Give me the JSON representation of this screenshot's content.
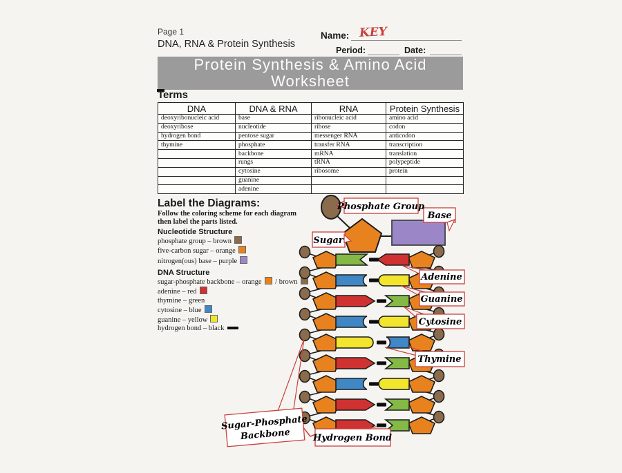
{
  "palette": {
    "brown": "#8a6b4b",
    "orange": "#e8821e",
    "purple": "#9b87c8",
    "red": "#cf3230",
    "green": "#83b944",
    "blue": "#3f87c5",
    "yellow": "#f3e52e",
    "black": "#0d0d0d",
    "label_red": "#c8403c",
    "banner_gray": "#9b9b9b",
    "page_bg": "#f5f4f1"
  },
  "header": {
    "page": "Page 1",
    "course": "DNA, RNA & Protein Synthesis",
    "name_label": "Name:",
    "name_value": "KEY",
    "period_label": "Period:",
    "date_label": "Date:"
  },
  "banner": {
    "line1": "Protein Synthesis & Amino Acid",
    "line2": "Worksheet"
  },
  "terms": {
    "heading": "Terms",
    "columns": [
      "DNA",
      "DNA & RNA",
      "RNA",
      "Protein Synthesis"
    ],
    "rows": [
      [
        "deoxyribonucleic acid",
        "base",
        "ribonucleic acid",
        "amino acid"
      ],
      [
        "deoxyribose",
        "nucleotide",
        "ribose",
        "codon"
      ],
      [
        "hydrogen bond",
        "pentose sugar",
        "messenger RNA",
        "anticodon"
      ],
      [
        "thymine",
        "phosphate",
        "transfer RNA",
        "transcription"
      ],
      [
        "",
        "backbone",
        "mRNA",
        "translation"
      ],
      [
        "",
        "rungs",
        "tRNA",
        "polypeptide"
      ],
      [
        "",
        "cytosine",
        "ribosome",
        "protein"
      ],
      [
        "",
        "guanine",
        "",
        ""
      ],
      [
        "",
        "adenine",
        "",
        ""
      ]
    ]
  },
  "label_section": {
    "heading": "Label the Diagrams:",
    "instructions": [
      "Follow the coloring scheme for each diagram",
      "then label the parts listed."
    ],
    "nucleotide": {
      "heading": "Nucleotide Structure",
      "items": [
        {
          "text": "phosphate group – brown",
          "swatch": "#8a6b4b"
        },
        {
          "text": "five-carbon sugar – orange",
          "swatch": "#e8821e"
        },
        {
          "text": "nitrogen(ous) base – purple",
          "swatch": "#9b87c8"
        }
      ]
    },
    "dna": {
      "heading": "DNA Structure",
      "items": [
        {
          "text": "sugar-phosphate backbone – orange",
          "swatch": "#e8821e",
          "text2": " / brown",
          "swatch2": "#8a6b4b"
        },
        {
          "text": "adenine – red",
          "swatch": "#cf3230"
        },
        {
          "text": "thymine – green"
        },
        {
          "text": "cytosine – blue",
          "swatch": "#3f87c5"
        },
        {
          "text": "guanine – yellow",
          "swatch": "#f3e52e"
        },
        {
          "text": "hydrogen bond – black",
          "swatch": "#0d0d0d",
          "dash": true
        }
      ]
    }
  },
  "diagram": {
    "labels": {
      "phosphate": "Phosphate Group",
      "base": "Base",
      "sugar": "Sugar",
      "adenine": "Adenine",
      "guanine": "Guanine",
      "cytosine": "Cytosine",
      "thymine": "Thymine",
      "backbone_line1": "Sugar-Phosphate",
      "backbone_line2": "Backbone",
      "hydrogen": "Hydrogen Bond"
    },
    "ladder_rows": [
      {
        "left": "thymine",
        "right": "adenine"
      },
      {
        "left": "cytosine",
        "right": "guanine"
      },
      {
        "left": "adenine",
        "right": "thymine"
      },
      {
        "left": "cytosine",
        "right": "guanine"
      },
      {
        "left": "guanine",
        "right": "cytosine"
      },
      {
        "left": "adenine",
        "right": "thymine"
      },
      {
        "left": "cytosine",
        "right": "guanine"
      },
      {
        "left": "adenine",
        "right": "thymine"
      },
      {
        "left": "adenine",
        "right": "thymine"
      }
    ]
  }
}
